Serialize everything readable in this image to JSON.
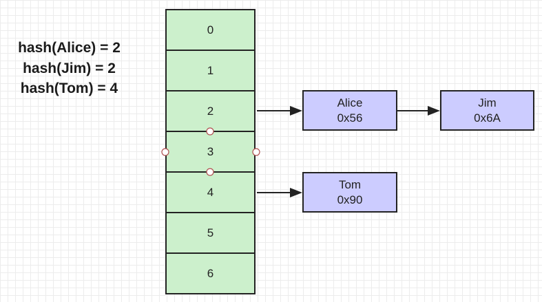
{
  "hash_labels": [
    "hash(Alice) = 2",
    "hash(Jim) = 2",
    "hash(Tom) = 4"
  ],
  "buckets": [
    "0",
    "1",
    "2",
    "3",
    "4",
    "5",
    "6"
  ],
  "nodes": {
    "alice": {
      "name": "Alice",
      "address": "0x56"
    },
    "jim": {
      "name": "Jim",
      "address": "0x6A"
    },
    "tom": {
      "name": "Tom",
      "address": "0x90"
    }
  },
  "colors": {
    "bucket_fill": "#ccf0cc",
    "node_fill": "#ccccff",
    "outline": "#222222",
    "handle_stroke": "#b05050"
  }
}
